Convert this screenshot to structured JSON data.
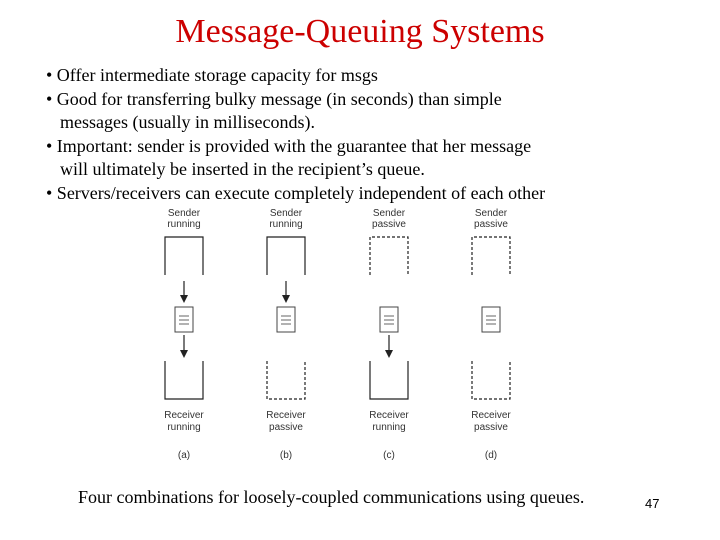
{
  "slide": {
    "title": "Message-Queuing Systems",
    "bullets": [
      [
        "• Offer intermediate storage capacity for msgs"
      ],
      [
        "• Good for transferring bulky message (in seconds) than simple",
        "messages (usually in milliseconds)."
      ],
      [
        "• Important: sender is provided with the guarantee that her message",
        "will ultimately be inserted in the recipient’s queue."
      ],
      [
        "• Servers/receivers can execute completely independent of each other"
      ]
    ],
    "caption": "Four combinations for loosely-coupled communications using queues.",
    "page_number": "47"
  },
  "diagram": {
    "columns": [
      {
        "sender": [
          "Sender",
          "running"
        ],
        "sender_state": "running",
        "receiver": [
          "Receiver",
          "running"
        ],
        "receiver_state": "running",
        "tag": "(a)"
      },
      {
        "sender": [
          "Sender",
          "running"
        ],
        "sender_state": "running",
        "receiver": [
          "Receiver",
          "passive"
        ],
        "receiver_state": "passive",
        "tag": "(b)"
      },
      {
        "sender": [
          "Sender",
          "passive"
        ],
        "sender_state": "passive",
        "receiver": [
          "Receiver",
          "running"
        ],
        "receiver_state": "running",
        "tag": "(c)"
      },
      {
        "sender": [
          "Sender",
          "passive"
        ],
        "sender_state": "passive",
        "receiver": [
          "Receiver",
          "passive"
        ],
        "receiver_state": "passive",
        "tag": "(d)"
      }
    ]
  }
}
